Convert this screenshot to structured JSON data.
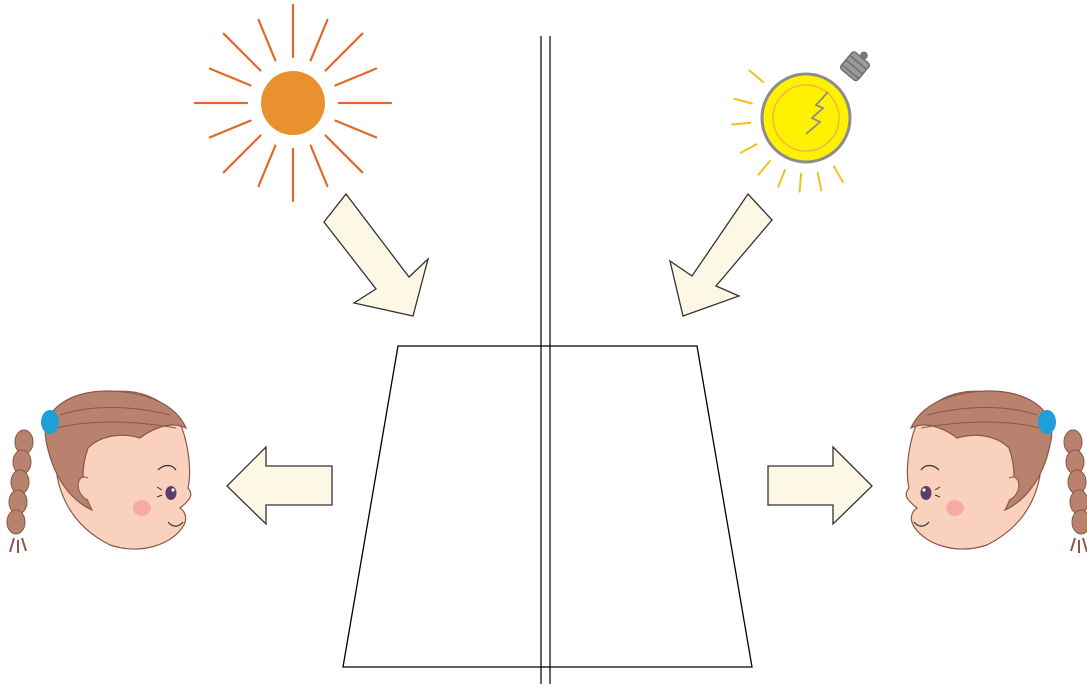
{
  "scene": {
    "sun": {
      "icon": "sun-icon",
      "fill": "#E8912E",
      "ray_color": "#E0692A"
    },
    "bulb": {
      "icon": "light-bulb-icon",
      "glass": "#FFF100",
      "glow": "#F5D020",
      "ray_color": "#F2C21A",
      "base": "#9A9A9A"
    },
    "arrows": {
      "fill": "#FDF8E6",
      "stroke": "#333333"
    },
    "divider": {
      "icon": "double-line-divider",
      "color": "#000000"
    },
    "object": {
      "icon": "trapezoid-shape",
      "stroke": "#000000"
    },
    "observers": [
      {
        "side": "left",
        "icon": "girl-face-icon",
        "facing": "right"
      },
      {
        "side": "right",
        "icon": "girl-face-icon",
        "facing": "left"
      }
    ],
    "girl_colors": {
      "hair": "#B8826E",
      "hair_line": "#8A5848",
      "skin": "#F9D1BC",
      "tie": "#1E9FD8",
      "cheek": "#F5A3A3",
      "eye": "#5A3D6B"
    }
  }
}
